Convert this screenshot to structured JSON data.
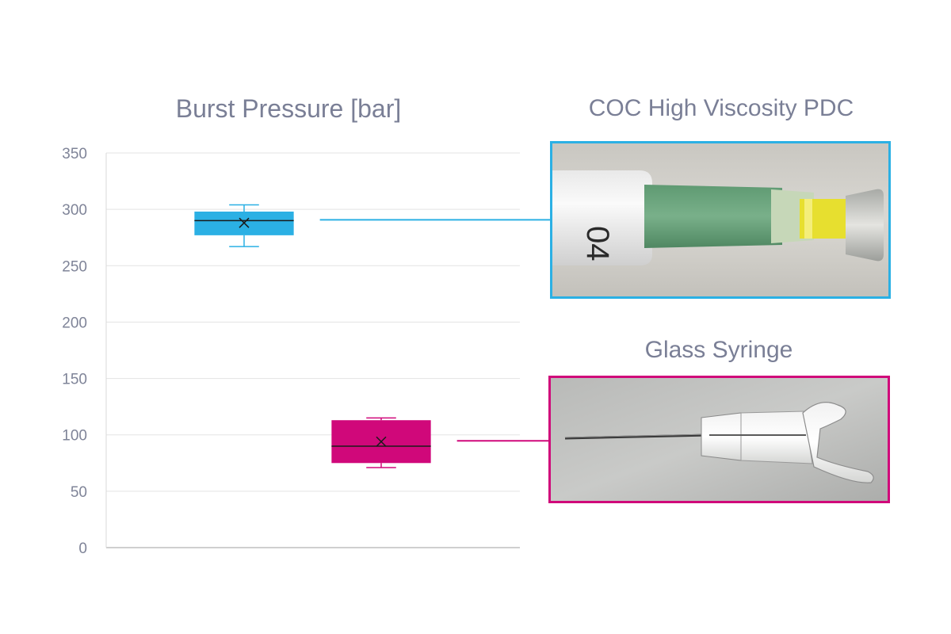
{
  "chart_data": {
    "type": "box",
    "title": "Burst Pressure [bar]",
    "xlabel": "",
    "ylabel": "",
    "ylim": [
      0,
      350
    ],
    "yticks": [
      0,
      50,
      100,
      150,
      200,
      250,
      300,
      350
    ],
    "grid": true,
    "series": [
      {
        "name": "COC High Viscosity PDC",
        "color": "#2bb0e4",
        "min": 267,
        "q1": 277,
        "median": 290,
        "q3": 298,
        "max": 304,
        "mean": 288
      },
      {
        "name": "Glass Syringe",
        "color": "#d0087a",
        "min": 71,
        "q1": 75,
        "median": 90,
        "q3": 113,
        "max": 115,
        "mean": 94
      }
    ]
  },
  "photos": [
    {
      "title": "COC High Viscosity PDC",
      "color": "#2bb0e4",
      "icon": "coc-syringe-photo"
    },
    {
      "title": "Glass Syringe",
      "color": "#d0087a",
      "icon": "glass-syringe-photo"
    }
  ]
}
